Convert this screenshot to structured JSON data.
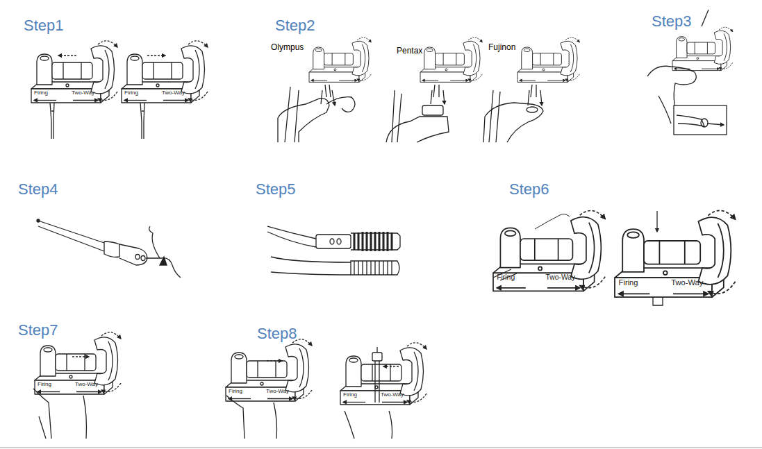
{
  "diagram": {
    "labels": [
      "Step1",
      "Firing",
      "Two-Way",
      "Firing",
      "Two-Way",
      "Step2",
      "Olympus",
      "Pentax",
      "Fujinon",
      "Step3",
      "Step4",
      "Step5",
      "Step6",
      "Firing",
      "Two-Way",
      "Firing",
      "Two-Way",
      "Step7",
      "Firing",
      "Two-Way",
      "Step8",
      "Firing",
      "Two-Way",
      "Firing",
      "Two-Way"
    ]
  }
}
